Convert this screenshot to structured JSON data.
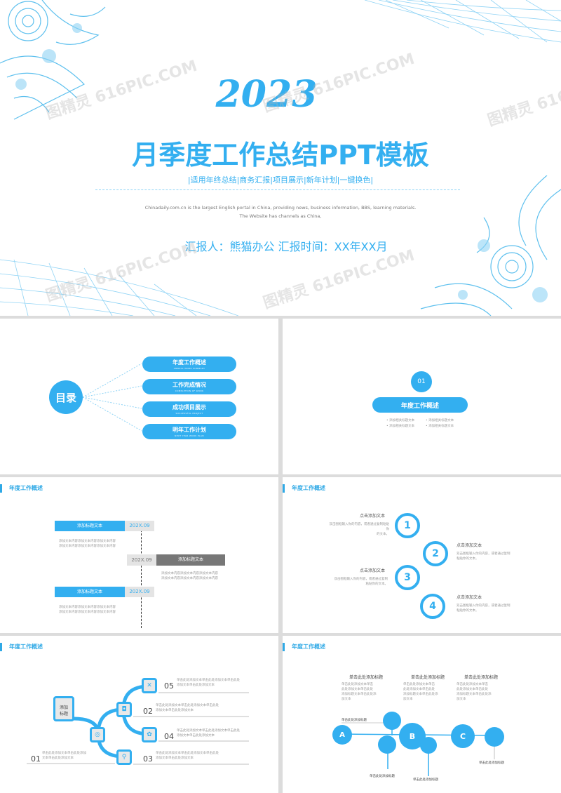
{
  "cover": {
    "year": "2023",
    "title": "月季度工作总结PPT模板",
    "tags": "|适用年终总结|商务汇报|项目展示|新年计划|一键换色|",
    "desc_line1": "Chinadaily.com.cn  is the largest  English portal in China, providing news, business information, BBS, learning materials.",
    "desc_line2": "The Website has channels as China,",
    "reporter": "汇报人：熊猫办公   汇报时间：XX年XX月"
  },
  "watermark": "图精灵 616PIC.COM",
  "toc": {
    "circle_label": "目录",
    "items": [
      {
        "title": "年度工作概述",
        "sub": "ANNUAL WORK SUMMARY"
      },
      {
        "title": "工作完成情况",
        "sub": "COMPLETION OF WORK"
      },
      {
        "title": "成功项目展示",
        "sub": "SUCCESSFUL PROJECT"
      },
      {
        "title": "明年工作计划",
        "sub": "NEXT YEAR WORK PLAN"
      }
    ]
  },
  "section": {
    "number": "01",
    "title": "年度工作概述",
    "bullets": [
      "添加相关标题文本",
      "添加相关标题文本",
      "添加相关标题文本",
      "添加相关标题文本"
    ]
  },
  "slide_header": "年度工作概述",
  "timeline": {
    "items": [
      {
        "label": "添加标题文本",
        "date": "202X.09",
        "desc1": "添加文本内容添加文本内容添加文本内容",
        "desc2": "添加文本内容添加文本内容添加文本内容"
      },
      {
        "label": "添加标题文本",
        "date": "202X.09",
        "desc1": "添加文本内容添加文本内容添加文本内容",
        "desc2": "添加文本内容添加文本内容添加文本内容"
      },
      {
        "label": "添加标题文本",
        "date": "202X.09",
        "desc1": "添加文本内容添加文本内容添加文本内容",
        "desc2": "添加文本内容添加文本内容添加文本内容"
      }
    ]
  },
  "steps": {
    "items": [
      {
        "num": "1",
        "title": "点击添加文本",
        "desc1": "双击图框输入你的内容，或者通过复制粘贴你",
        "desc2": "的文本。"
      },
      {
        "num": "2",
        "title": "点击添加文本",
        "desc1": "双击图框输入你的内容，或者通过复制",
        "desc2": "粘贴你的文本。"
      },
      {
        "num": "3",
        "title": "点击添加文本",
        "desc1": "双击图框输入你的内容，或者通过复制",
        "desc2": "粘贴你的文本。"
      },
      {
        "num": "4",
        "title": "点击添加文本",
        "desc1": "双击图框输入你的内容，或者通过复制",
        "desc2": "粘贴你的文本。"
      }
    ]
  },
  "tree": {
    "center_label1": "添加",
    "center_label2": "标题",
    "items": [
      {
        "num": "05",
        "text1": "单击此处添加文本单击此处添加文本单击此处",
        "text2": "添加文本单击此处添加文本"
      },
      {
        "num": "02",
        "text1": "单击此处添加文本单击此处添加文本单击此处",
        "text2": "添加文本单击此处添加文本"
      },
      {
        "num": "04",
        "text1": "单击此处添加文本单击此处添加文本单击此处",
        "text2": "添加文本单击此处添加文本"
      },
      {
        "num": "03",
        "text1": "单击此处添加文本单击此处添加文本单击此处",
        "text2": "添加文本单击此处添加文本"
      },
      {
        "num": "01",
        "text1": "单击此处添加文本单击此处添加",
        "text2": "文本单击此处添加文本"
      }
    ]
  },
  "bubbles": {
    "columns": [
      {
        "title": "单击此处添加标题",
        "t1": "单击此处添加文本单击",
        "t2": "此处添加文本单击此处",
        "t3": "添加标题文本单击此处添",
        "t4": "加文本"
      },
      {
        "title": "单击此处添加标题",
        "t1": "单击此处添加文本单击",
        "t2": "此处添加文本单击此处",
        "t3": "添加标题文本单击此处添",
        "t4": "加文本"
      },
      {
        "title": "单击此处添加标题",
        "t1": "单击此处添加文本单击",
        "t2": "此处添加文本单击此处",
        "t3": "添加标题文本单击此处添",
        "t4": "加文本"
      }
    ],
    "nodes": [
      "A",
      "B",
      "C"
    ],
    "label_top": "单击此处添加标题",
    "label_b1": "单击此处添加标题",
    "label_b2": "单击此处添加标题",
    "label_r": "单击此处添加标题"
  }
}
